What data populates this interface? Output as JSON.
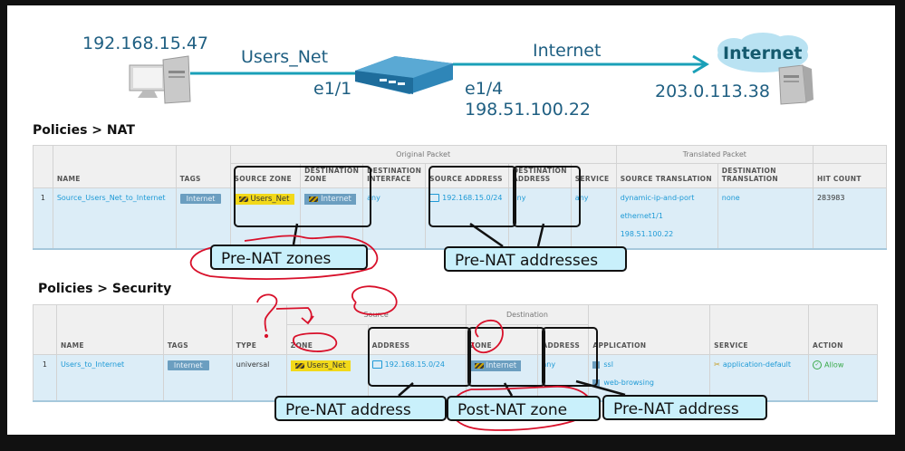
{
  "diagram": {
    "client_ip": "192.168.15.47",
    "left_link_label": "Users_Net",
    "left_interface": "e1/1",
    "right_link_label": "Internet",
    "right_interface": "e1/4",
    "right_interface_ip": "198.51.100.22",
    "cloud_label": "Internet",
    "server_ip": "203.0.113.38"
  },
  "nat": {
    "title": "Policies > NAT",
    "group_headers": {
      "original": "Original Packet",
      "translated": "Translated Packet"
    },
    "columns": [
      "NAME",
      "TAGS",
      "SOURCE ZONE",
      "DESTINATION ZONE",
      "DESTINATION INTERFACE",
      "SOURCE ADDRESS",
      "DESTINATION ADDRESS",
      "SERVICE",
      "SOURCE TRANSLATION",
      "DESTINATION TRANSLATION",
      "HIT COUNT"
    ],
    "row": {
      "index": "1",
      "name": "Source_Users_Net_to_Internet",
      "tag": "Internet",
      "source_zone": "Users_Net",
      "destination_zone": "Internet",
      "destination_interface": "any",
      "source_address": "192.168.15.0/24",
      "destination_address": "any",
      "service": "any",
      "source_translation": [
        "dynamic-ip-and-port",
        "ethernet1/1",
        "198.51.100.22"
      ],
      "destination_translation": "none",
      "hit_count": "283983"
    }
  },
  "security": {
    "title": "Policies > Security",
    "group_headers": {
      "source": "Source",
      "destination": "Destination"
    },
    "columns": [
      "NAME",
      "TAGS",
      "TYPE",
      "ZONE",
      "ADDRESS",
      "ZONE",
      "ADDRESS",
      "APPLICATION",
      "SERVICE",
      "ACTION"
    ],
    "row": {
      "index": "1",
      "name": "Users_to_Internet",
      "tag": "Internet",
      "type": "universal",
      "source_zone": "Users_Net",
      "source_address": "192.168.15.0/24",
      "destination_zone": "Internet",
      "destination_address": "any",
      "applications": [
        "ssl",
        "web-browsing"
      ],
      "service": "application-default",
      "action": "Allow"
    }
  },
  "callouts": {
    "nat_zones": "Pre-NAT zones",
    "nat_addresses": "Pre-NAT addresses",
    "sec_source_address": "Pre-NAT address",
    "sec_dest_zone": "Post-NAT zone",
    "sec_dest_address": "Pre-NAT address"
  },
  "annotations": {
    "question_mark": "?"
  },
  "colors": {
    "link_line": "#1aa0b8",
    "text_blue": "#1f5f82",
    "row_bg": "#dcedf7",
    "link_text": "#1e9ad6",
    "tag_bg": "#6b9ec0",
    "zone_yellow": "#f2d91a",
    "callout_fill": "#c9f0fb",
    "red_annotation": "#d8102a"
  }
}
